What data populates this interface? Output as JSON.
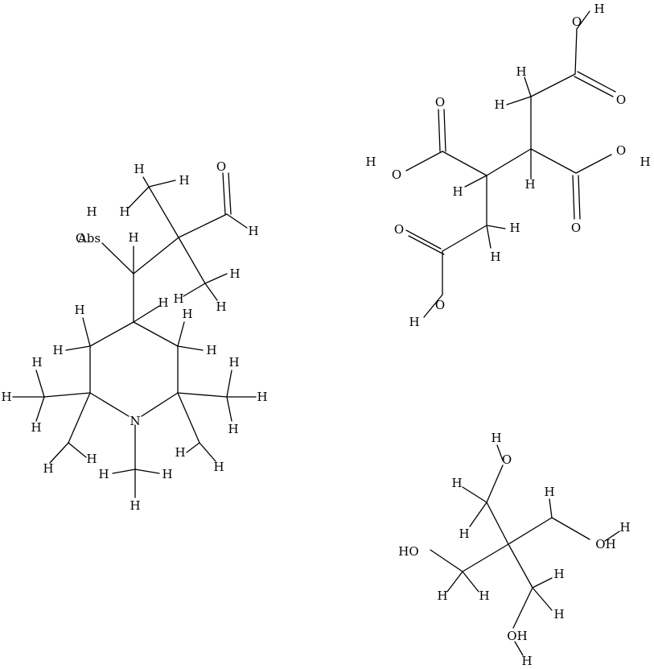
{
  "atom_labels": {
    "H": "H",
    "O": "O",
    "N": "N",
    "OH": "OH",
    "HO": "HO",
    "abs": "Abs"
  },
  "colors": {
    "bond": "#000000",
    "text": "#000000",
    "background": "#ffffff"
  }
}
